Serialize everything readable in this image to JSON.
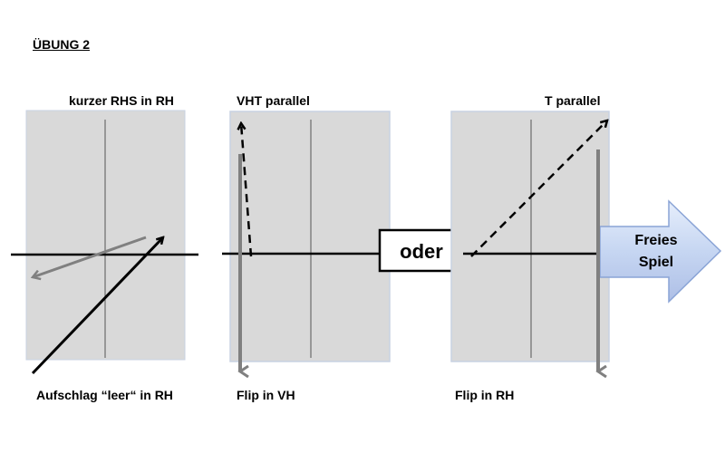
{
  "title": "ÜBUNG 2",
  "panels": [
    {
      "top_label": "kurzer RHS in RH",
      "bottom_label": "Aufschlag “leer“ in RH"
    },
    {
      "top_label": "VHT parallel",
      "bottom_label": "Flip in VH"
    },
    {
      "top_label": "T parallel",
      "bottom_label": "Flip in RH"
    }
  ],
  "connector_label": "oder",
  "result_arrow": {
    "line1": "Freies",
    "line2": "Spiel",
    "color": "#b9cdee"
  },
  "colors": {
    "court": "#d9d9d9",
    "court_border": "#c8d2e2",
    "line": "#000000",
    "grey_arrow": "#808080"
  }
}
